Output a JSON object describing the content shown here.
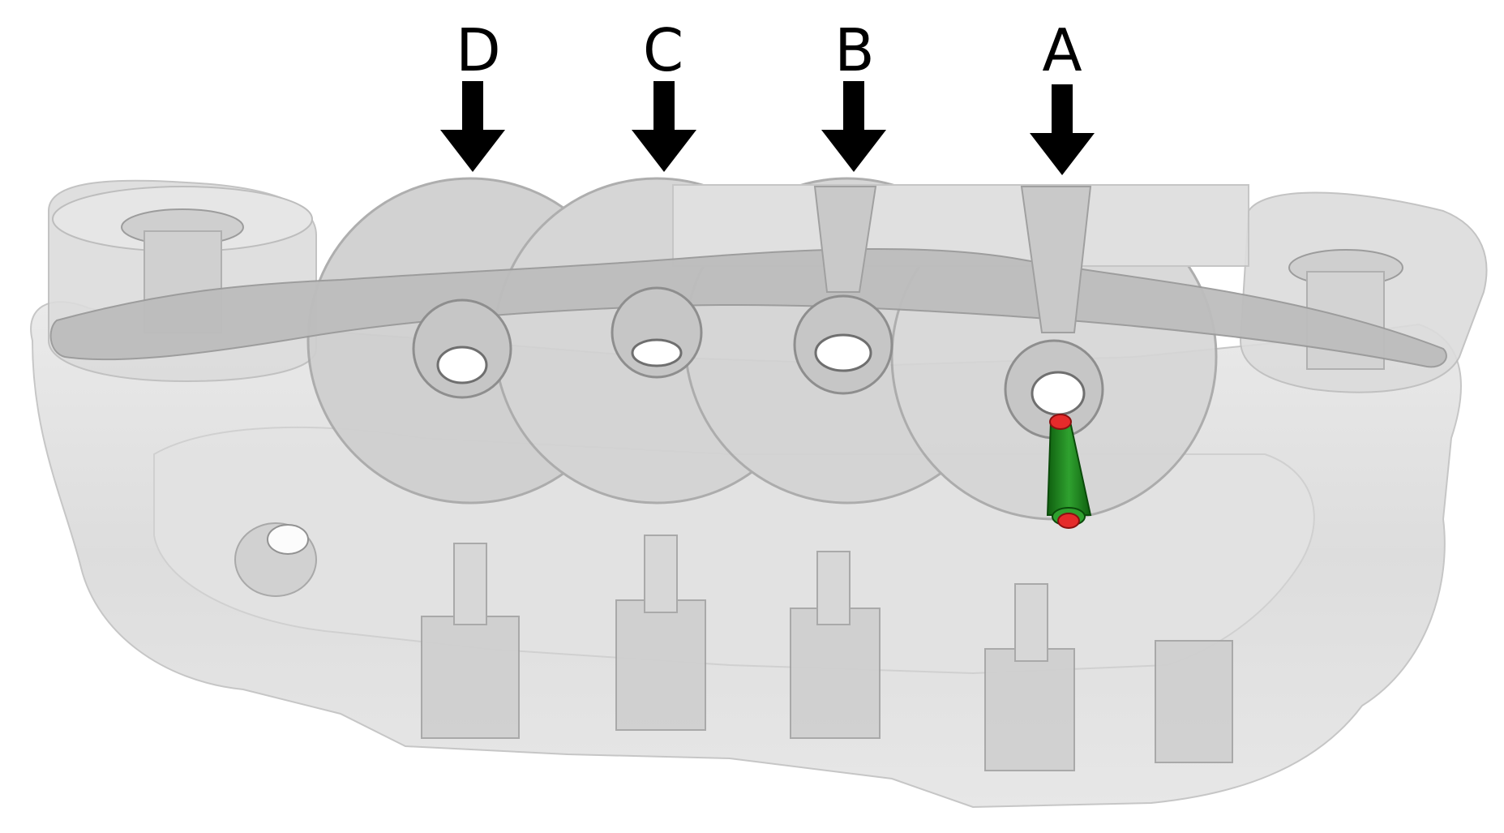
{
  "labels": {
    "d": "D",
    "c": "C",
    "b": "B",
    "a": "A"
  },
  "colors": {
    "model": "#d4d4d4",
    "model_edge": "#a8a8a8",
    "arrow": "#000000",
    "pin": "#1f8a1f",
    "pin_tip": "#e52b2b"
  }
}
